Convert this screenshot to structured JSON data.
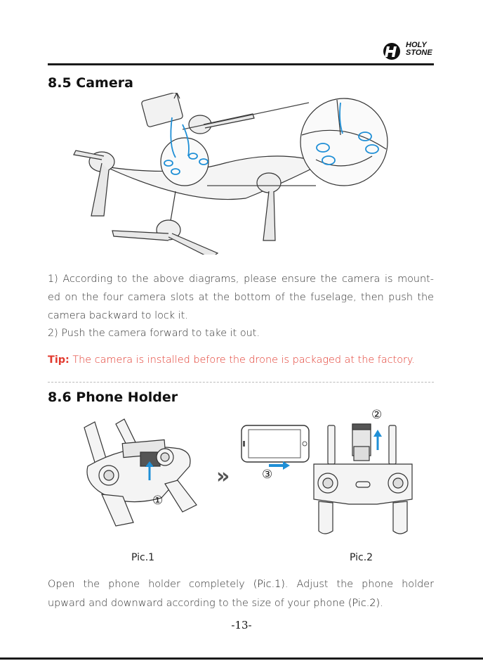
{
  "header": {
    "brand_line1": "HOLY",
    "brand_line2": "STONE"
  },
  "section_camera": {
    "title": "8.5 Camera",
    "para1_lines": [
      "1) According to the above diagrams, please ensure the camera is mount-",
      "ed on the four camera slots at the bottom of the fuselage, then push the",
      "camera backward to lock it."
    ],
    "para2": "2) Push the camera forward to take it out.",
    "tip_label": "Tip:",
    "tip_text": " The camera is installed before the drone is packaged at the factory."
  },
  "section_phone": {
    "title": "8.6 Phone Holder",
    "marker_1": "①",
    "marker_2": "②",
    "marker_3": "③",
    "arrow_glyph": "»",
    "caption_1": "Pic.1",
    "caption_2": "Pic.2",
    "desc_line1_a": "Open the phone holder completely ",
    "desc_line1_ref": "(Pic.1)",
    "desc_line1_b": ". Adjust the phone holder",
    "desc_line2_a": "upward and downward according to the size of your phone ",
    "desc_line2_ref": "(Pic.2)",
    "desc_line2_b": "."
  },
  "footer": {
    "page_number": "-13-"
  },
  "colors": {
    "accent_blue": "#1f8fd6",
    "tip_red": "#e23a2f"
  }
}
